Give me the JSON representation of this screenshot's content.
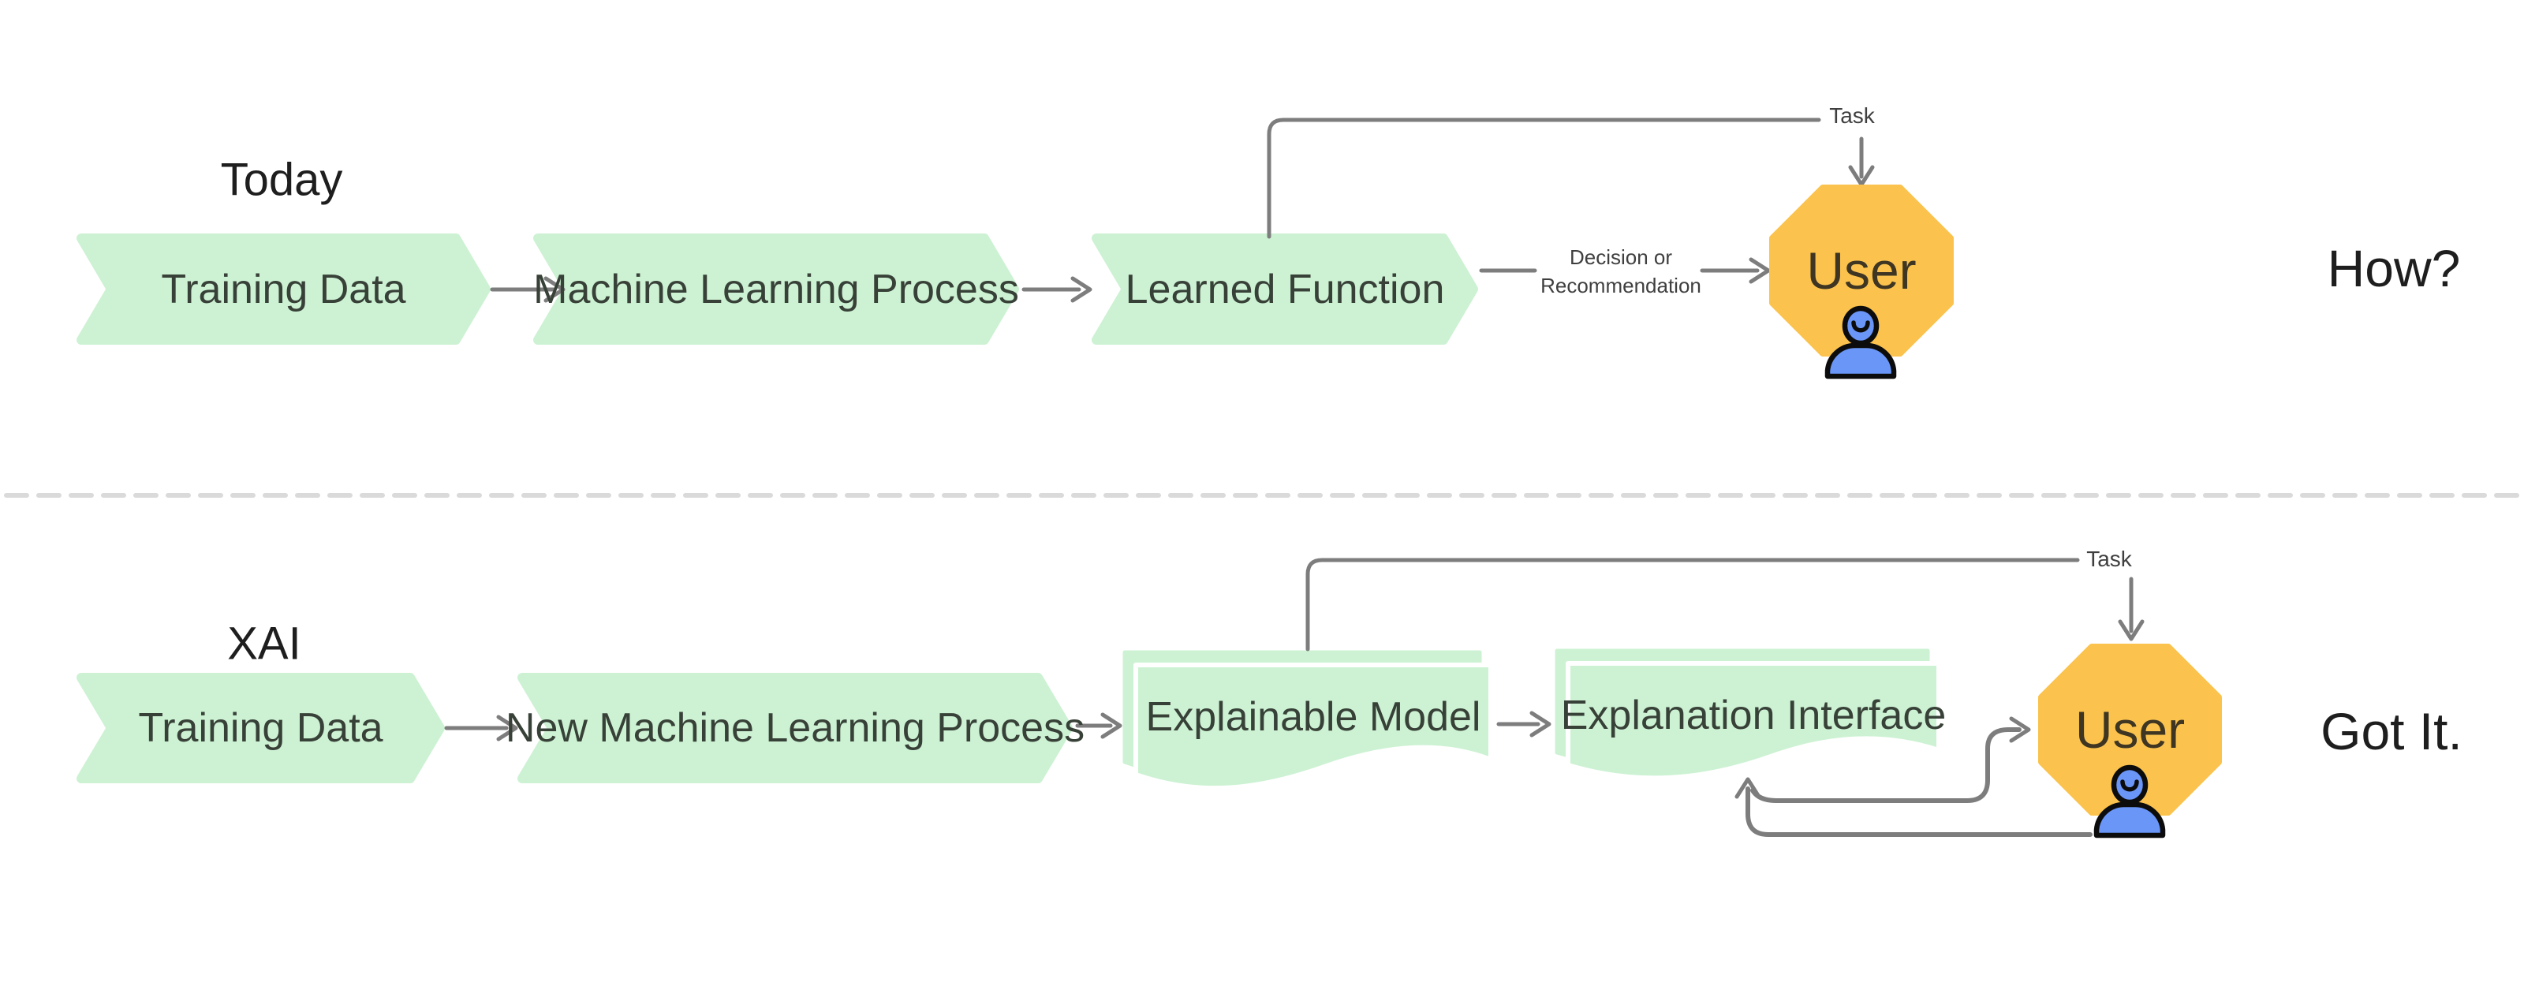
{
  "today_flow": {
    "section_label": "Today",
    "training_data_label": "Training Data",
    "ml_process_label": "Machine Learning Process",
    "learned_function_label": "Learned Function",
    "task_label": "Task",
    "decision_label_line1": "Decision or",
    "decision_label_line2": "Recommendation",
    "user_label": "User",
    "caption": "How?"
  },
  "xai_flow": {
    "section_label": "XAI",
    "training_data_label": "Training Data",
    "ml_process_label": "New Machine Learning Process",
    "explainable_model_label": "Explainable Model",
    "explanation_interface_label": "Explanation Interface",
    "task_label": "Task",
    "user_label": "User",
    "caption": "Got It."
  },
  "colors": {
    "box_green": "#cdf2d3",
    "octagon_orange": "#fbc34d",
    "person_blue": "#6a96f8",
    "line_gray": "#7d7d7d",
    "divider_gray": "#dadada"
  }
}
